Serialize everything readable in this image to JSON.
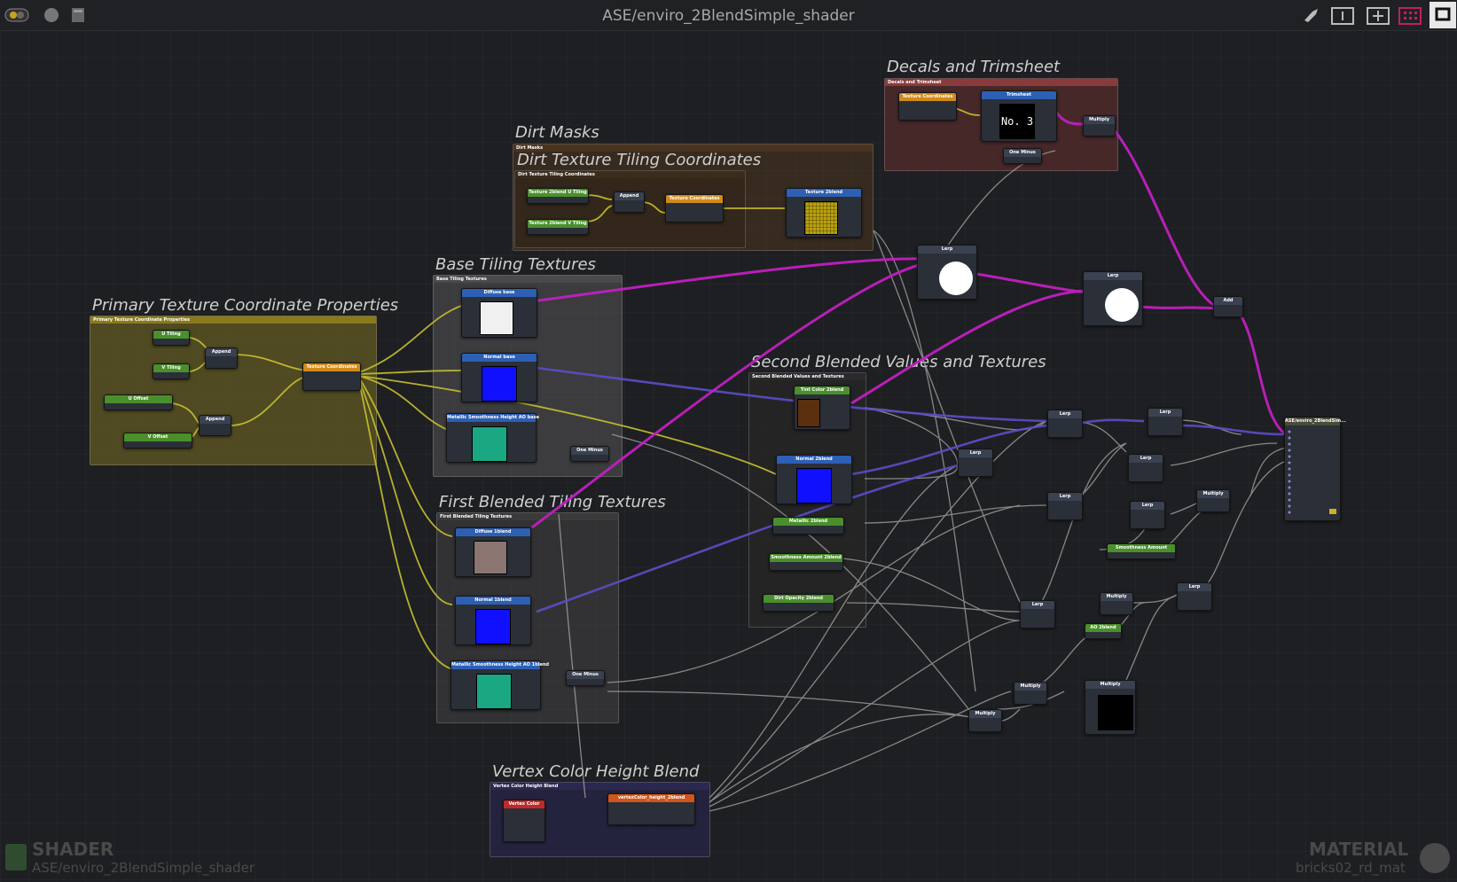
{
  "window": {
    "title": "ASE/enviro_2BlendSimple_shader"
  },
  "toolbar": {
    "left_icons": [
      "palette-icon",
      "sphere-icon",
      "calculator-icon"
    ],
    "right_icons": [
      "brush-icon",
      "info-icon",
      "add-node-icon",
      "grid-icon",
      "maximize-icon"
    ]
  },
  "groups": {
    "decals": {
      "title": "Decals and Trimsheet",
      "bar": "Decals and Trimsheet",
      "color": "#8a3a3a"
    },
    "dirt_masks": {
      "title": "Dirt Masks",
      "bar": "Dirt Masks",
      "color": "#5a3a22"
    },
    "dirt_tiling": {
      "title": "Dirt Texture Tiling Coordinates",
      "bar": "Dirt Texture Tiling Coordinates",
      "color": "#3c2c1c"
    },
    "base_tiling": {
      "title": "Base Tiling Textures",
      "bar": "Base Tiling Textures",
      "color": "#555555"
    },
    "primary_coords": {
      "title": "Primary Texture Coordinate Properties",
      "bar": "Primary Texture Coordinate Properties",
      "color": "#8a7a1c"
    },
    "second_blended": {
      "title": "Second Blended Values and Textures",
      "bar": "Second Blended Values and Textures",
      "color": "#2a2a2a"
    },
    "first_blended": {
      "title": "First Blended Tiling Textures",
      "bar": "First Blended Tiling Textures",
      "color": "#3a3a3a"
    },
    "vertex_color": {
      "title": "Vertex Color Height Blend",
      "bar": "Vertex Color Height Blend",
      "color": "#2a2850"
    }
  },
  "nodes": {
    "u_tiling": "U Tiling",
    "v_tiling": "V Tiling",
    "u_offset": "U Offset",
    "v_offset": "V Offset",
    "append_1": "Append",
    "append_2": "Append",
    "tex_coords_primary": "Texture Coordinates",
    "diffuse_base": "Diffuse base",
    "normal_base": "Normal base",
    "msh_base": "Metallic Smoothness Height AO base",
    "one_minus_base": "One Minus",
    "diffuse_1blend": "Diffuse 1blend",
    "normal_1blend": "Normal 1blend",
    "msh_1blend": "Metallic Smoothness Height AO 1blend",
    "one_minus_1blend": "One Minus",
    "tex_2blend_u": "Texture 2blend U Tiling",
    "tex_2blend_v": "Texture 2blend V Tiling",
    "append_dirt": "Append",
    "tex_coords_dirt": "Texture Coordinates",
    "texture_2blend": "Texture 2blend",
    "tex_coords_decal": "Texture Coordinates",
    "trimsheet": "Trimsheet",
    "trimsheet_preview": "No. 3",
    "multiply_decal": "Multiply",
    "one_minus_decal": "One Minus",
    "lerp_top1": "Lerp",
    "lerp_top2": "Lerp",
    "add": "Add",
    "tint_color_2blend": "Tint Color 2blend",
    "normal_2blend": "Normal 2blend",
    "metallic_2blend": "Metallic 2blend",
    "smoothness_2blend": "Smoothness Amount 2blend",
    "dirt_opacity_2blend": "Dirt Opacity 2blend",
    "lerp_a": "Lerp",
    "lerp_b": "Lerp",
    "lerp_c": "Lerp",
    "lerp_d": "Lerp",
    "lerp_e": "Lerp",
    "lerp_f": "Lerp",
    "lerp_g": "Lerp",
    "lerp_h": "Lerp",
    "multiply_a": "Multiply",
    "multiply_b": "Multiply",
    "multiply_c": "Multiply",
    "multiply_d": "Multiply",
    "multiply_e": "Multiply",
    "smoothness_amount": "Smoothness Amount",
    "ao_2blend": "AO 2blend",
    "vertex_color": "Vertex Color",
    "vertex_height_blend": "vertexColor_height_2blend",
    "output": "ASE/enviro_2BlendSim..."
  },
  "footer": {
    "left_title": "SHADER",
    "left_sub": "ASE/enviro_2BlendSimple_shader",
    "right_title": "MATERIAL",
    "right_sub": "bricks02_rd_mat"
  },
  "colors": {
    "wire_magenta": "#c020c0",
    "wire_yellow": "#c8c030",
    "wire_blue": "#6a5ad0",
    "wire_grey": "#b0b0b0",
    "head_blue": "#2d5fb5",
    "head_green": "#4a8f2c",
    "head_orange": "#d08a1c",
    "head_dark": "#3a4150",
    "head_red": "#c0282a"
  }
}
